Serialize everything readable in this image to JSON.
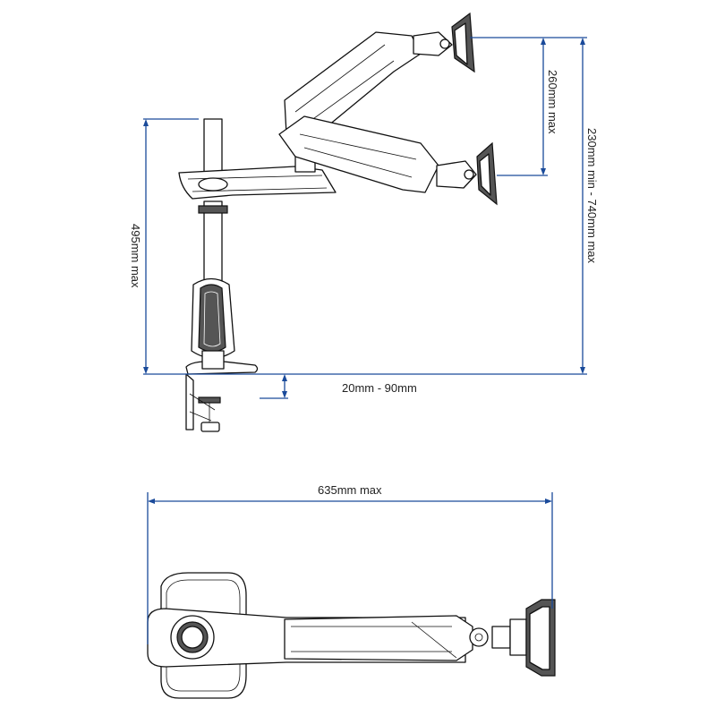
{
  "diagram": {
    "subject": "monitor-arm",
    "accent_color": "#1a4a9a",
    "dimensions": {
      "tilt_range": "260mm max",
      "height_range": "230mm min - 740mm max",
      "pole_height": "495mm max",
      "clamp_range": "20mm - 90mm",
      "reach": "635mm max"
    }
  }
}
